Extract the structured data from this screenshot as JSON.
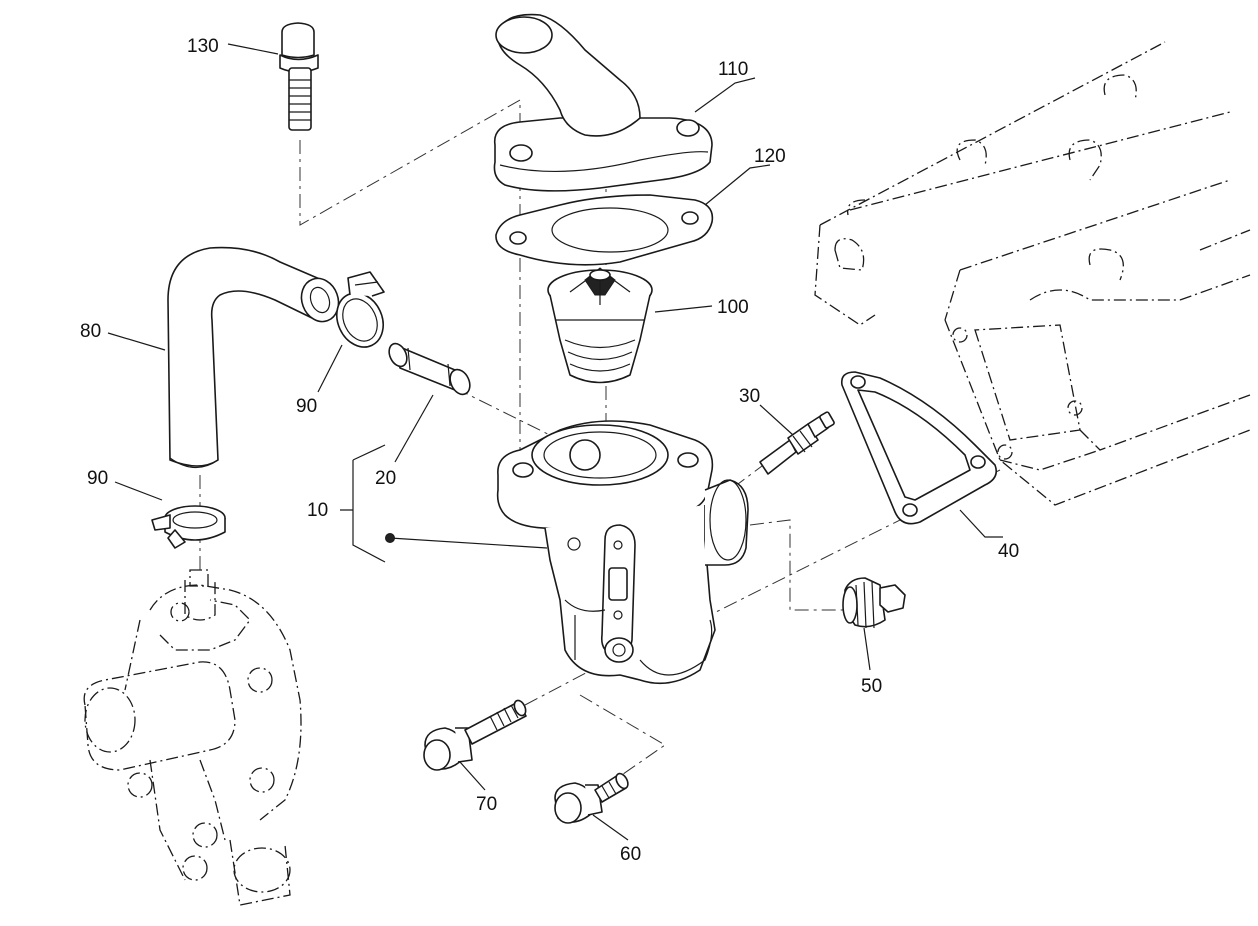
{
  "labels": {
    "l130": "130",
    "l110": "110",
    "l120": "120",
    "l100": "100",
    "l80": "80",
    "l90a": "90",
    "l20": "20",
    "l30": "30",
    "l10": "10",
    "l90b": "90",
    "l40": "40",
    "l50": "50",
    "l70": "70",
    "l60": "60"
  }
}
